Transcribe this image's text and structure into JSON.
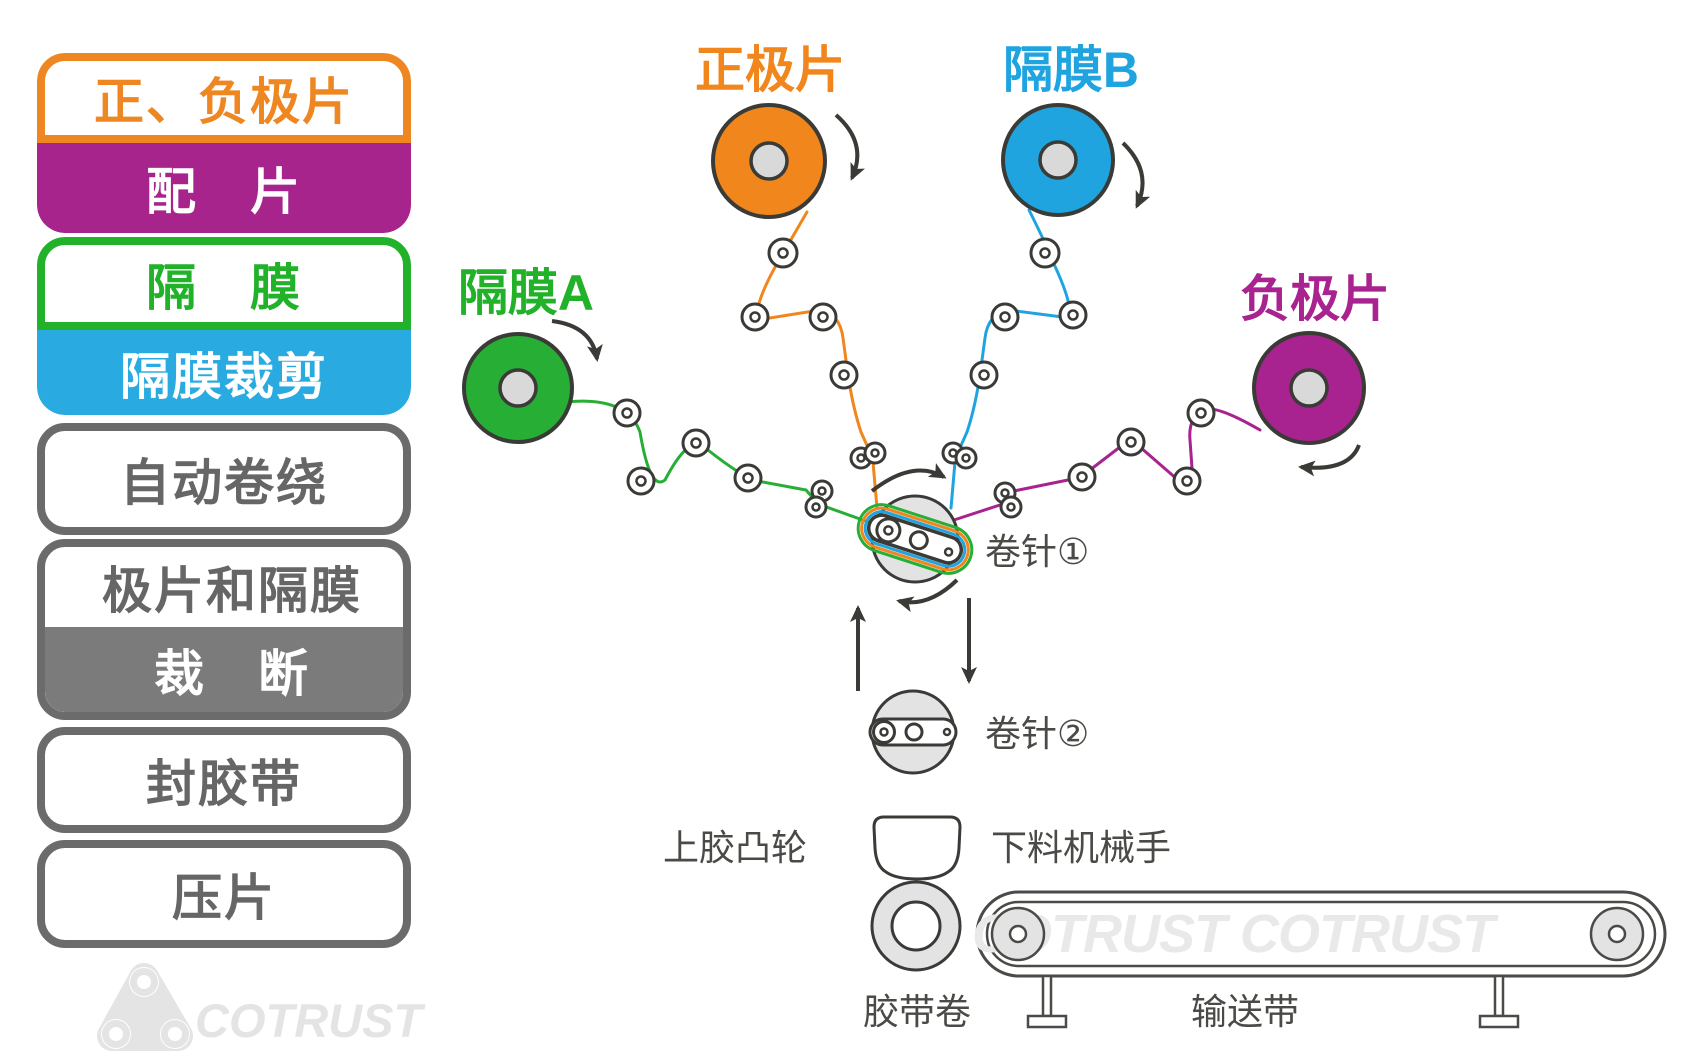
{
  "sidebar": {
    "steps": [
      {
        "label": "正、负极片",
        "style": "orange-outline"
      },
      {
        "label": "配　片",
        "style": "magenta-fill"
      },
      {
        "label": "隔　膜",
        "style": "green-outline"
      },
      {
        "label": "隔膜裁剪",
        "style": "blue-fill"
      },
      {
        "label": "自动卷绕",
        "style": "gray-outline"
      },
      {
        "label": "极片和隔膜",
        "style": "gray-outline-top"
      },
      {
        "label": "裁　断",
        "style": "gray-fill"
      },
      {
        "label": "封胶带",
        "style": "gray-outline"
      },
      {
        "label": "压片",
        "style": "gray-outline"
      }
    ]
  },
  "diagram": {
    "roll_labels": {
      "positive": "正极片",
      "separator_b": "隔膜B",
      "separator_a": "隔膜A",
      "negative": "负极片"
    },
    "labels": {
      "needle1": "卷针①",
      "needle2": "卷针②",
      "glue_cam": "上胶凸轮",
      "unload_robot": "下料机械手",
      "tape_roll": "胶带卷",
      "conveyor": "输送带"
    },
    "watermark": {
      "belt": "COTRUST COTRUST",
      "logo": "COTRUST"
    },
    "colors": {
      "positive_orange": "#F0861C",
      "separator_b_blue": "#1FA4E0",
      "separator_a_green": "#27AE34",
      "negative_magenta": "#A8238F",
      "sidebar_orange": "#EE8722",
      "sidebar_magenta": "#A6248C",
      "sidebar_green": "#22B22A",
      "sidebar_blue": "#29ABE2",
      "sidebar_gray": "#6B6B6B",
      "outline_dark": "#3a3a36",
      "machine_gray_fill": "#e3e3e3",
      "watermark_gray": "#e9e9e9"
    }
  }
}
